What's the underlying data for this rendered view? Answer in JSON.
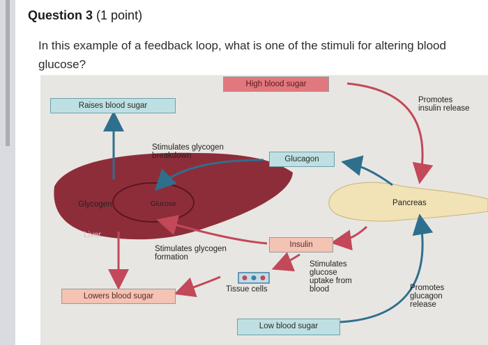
{
  "question": {
    "title": "Question 3",
    "points": "(1 point)",
    "text": "In this example of a feedback loop, what is one of the stimuli for altering blood glucose?"
  },
  "diagram": {
    "high_blood_sugar": "High blood sugar",
    "raises_blood_sugar": "Raises blood sugar",
    "promotes_insulin_release": "Promotes insulin release",
    "stimulates_glycogen_breakdown": "Stimulates glycogen breakdown",
    "glucagon": "Glucagon",
    "glycogen": "Glycogen",
    "glucose": "Glucose",
    "pancreas": "Pancreas",
    "liver": "Liver",
    "insulin": "Insulin",
    "stimulates_glycogen_formation": "Stimulates glycogen formation",
    "stimulates_glucose_uptake": "Stimulates glucose uptake from blood",
    "tissue_cells": "Tissue cells",
    "lowers_blood_sugar": "Lowers blood sugar",
    "promotes_glucagon_release": "Promotes glucagon release",
    "low_blood_sugar": "Low blood sugar"
  }
}
